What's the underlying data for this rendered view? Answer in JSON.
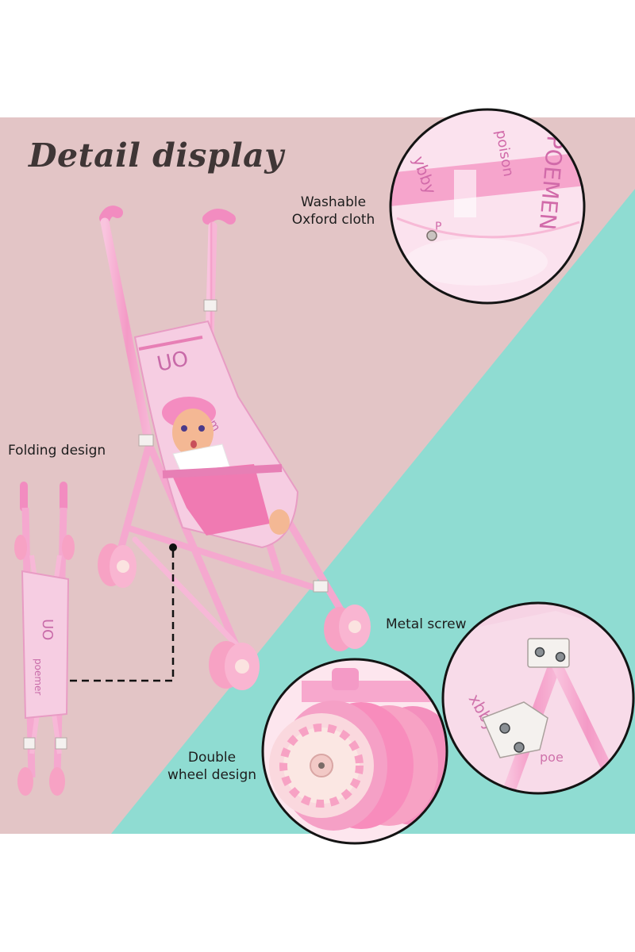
{
  "heading": "Detail display",
  "callouts": {
    "washable": [
      "Washable",
      "Oxford cloth"
    ],
    "folding": "Folding design",
    "metal_screw": "Metal screw",
    "double_wheel": [
      "Double",
      "wheel design"
    ]
  },
  "colors": {
    "background_pink": "#e3c5c6",
    "background_teal": "#8fdcd2",
    "frame_pink": "#f5a8cf",
    "fabric_pink": "#f6cde2",
    "accent_magenta": "#d95fa6",
    "wheel_rim": "#f7a2c4",
    "wheel_hub": "#fbe3e0"
  }
}
